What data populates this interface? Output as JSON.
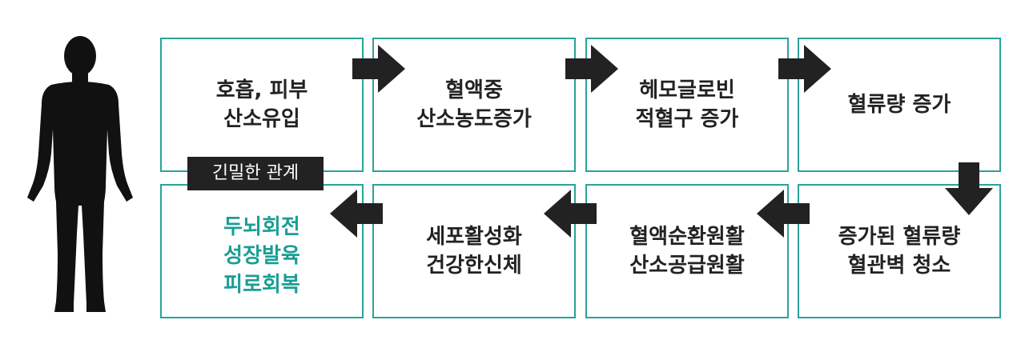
{
  "boxes": [
    {
      "id": "box-1",
      "lines": [
        "호흡, 피부",
        "산소유입"
      ]
    },
    {
      "id": "box-2",
      "lines": [
        "혈액중",
        "산소농도증가"
      ]
    },
    {
      "id": "box-3",
      "lines": [
        "헤모글로빈",
        "적혈구 증가"
      ]
    },
    {
      "id": "box-4",
      "lines": [
        "혈류량 증가"
      ]
    },
    {
      "id": "box-5",
      "lines": [
        "증가된 혈류량",
        "혈관벽 청소"
      ]
    },
    {
      "id": "box-6",
      "lines": [
        "혈액순환원활",
        "산소공급원활"
      ]
    },
    {
      "id": "box-7",
      "lines": [
        "세포활성화",
        "건강한신체"
      ]
    },
    {
      "id": "box-8",
      "lines": [
        "두뇌회전",
        "성장발육",
        "피로회복"
      ]
    }
  ],
  "relation_badge": "긴밀한 관계",
  "colors": {
    "border": "#2aa39a",
    "accent_text": "#1a9e94",
    "arrow": "#222222",
    "figure": "#111111"
  }
}
